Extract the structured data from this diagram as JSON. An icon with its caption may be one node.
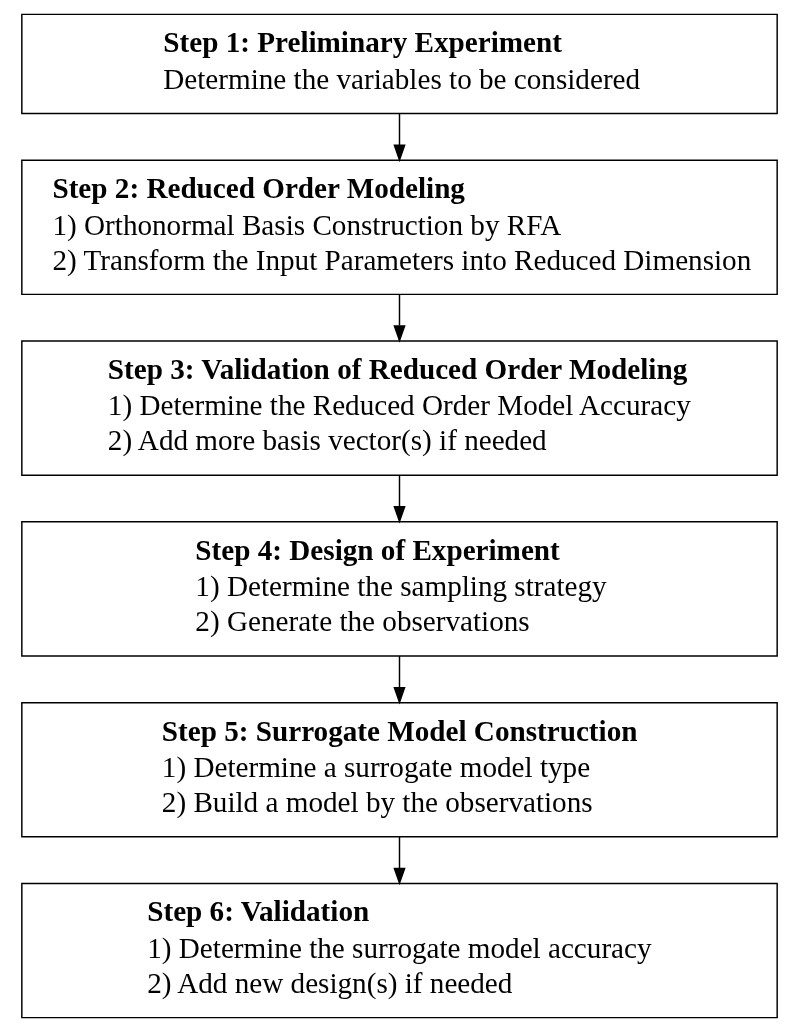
{
  "diagram": {
    "nodes": [
      {
        "text": [
          "Step 1: Preliminary Experiment",
          "Determine the variables to be considered"
        ]
      },
      {
        "text": [
          "Step 2: Reduced Order Modeling",
          "1) Orthonormal Basis Construction by RFA",
          "2) Transform the Input Parameters into Reduced Dimension"
        ]
      },
      {
        "text": [
          "Step 3: Validation of Reduced Order Modeling",
          "1) Determine the Reduced Order Model Accuracy",
          "2) Add more basis vector(s) if needed"
        ]
      },
      {
        "text": [
          "Step 4: Design of Experiment",
          "1) Determine the sampling strategy",
          "2) Generate the observations"
        ]
      },
      {
        "text": [
          "Step 5: Surrogate Model Construction",
          "1) Determine a surrogate model type",
          "2) Build a model by the observations"
        ]
      },
      {
        "text": [
          "Step 6: Validation",
          "1) Determine the surrogate model accuracy",
          "2) Add new design(s) if needed"
        ]
      }
    ],
    "edges": [
      {
        "from": 0,
        "to": 1,
        "arrow": "to"
      },
      {
        "from": 1,
        "to": 2,
        "arrow": "to"
      },
      {
        "from": 2,
        "to": 3,
        "arrow": "to"
      },
      {
        "from": 3,
        "to": 4,
        "arrow": "to"
      },
      {
        "from": 4,
        "to": 5,
        "arrow": "to"
      }
    ]
  }
}
